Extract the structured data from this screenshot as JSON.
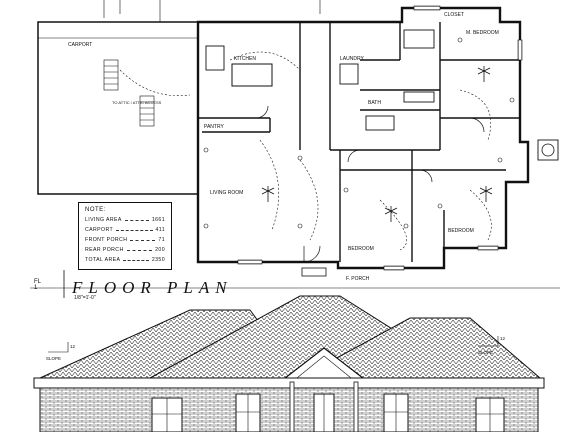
{
  "plan": {
    "title": "FLOOR PLAN",
    "scale": "1/8\"=1'-0\"",
    "sheet_ref": "FL",
    "sheet_ref2": "1"
  },
  "rooms": {
    "carport": "CARPORT",
    "kitchen": "KITCHEN",
    "living": "LIVING ROOM",
    "master": "M. BEDROOM",
    "bedroom1": "BEDROOM",
    "bedroom2": "BEDROOM",
    "bath": "BATH",
    "laundry": "LAUNDRY",
    "closet": "CLOSET",
    "front_porch": "F. PORCH",
    "pantry": "PANTRY",
    "attic": "TO ATTIC / ATTIC ACCESS"
  },
  "notes": {
    "title": "NOTE:",
    "rows": [
      {
        "label": "LIVING AREA",
        "value": "1661"
      },
      {
        "label": "CARPORT",
        "value": "411"
      },
      {
        "label": "FRONT PORCH",
        "value": "71"
      },
      {
        "label": "REAR PORCH",
        "value": "200"
      },
      {
        "label": "TOTAL AREA",
        "value": "2350"
      }
    ]
  },
  "elevation": {
    "slope_left": "SLOPE",
    "slope_right": "SLOPE",
    "pitch_left": "12",
    "pitch_right": "12"
  },
  "colors": {
    "line": "#111111",
    "roof": "#2a2a2a",
    "brick": "#3a3a3a"
  }
}
